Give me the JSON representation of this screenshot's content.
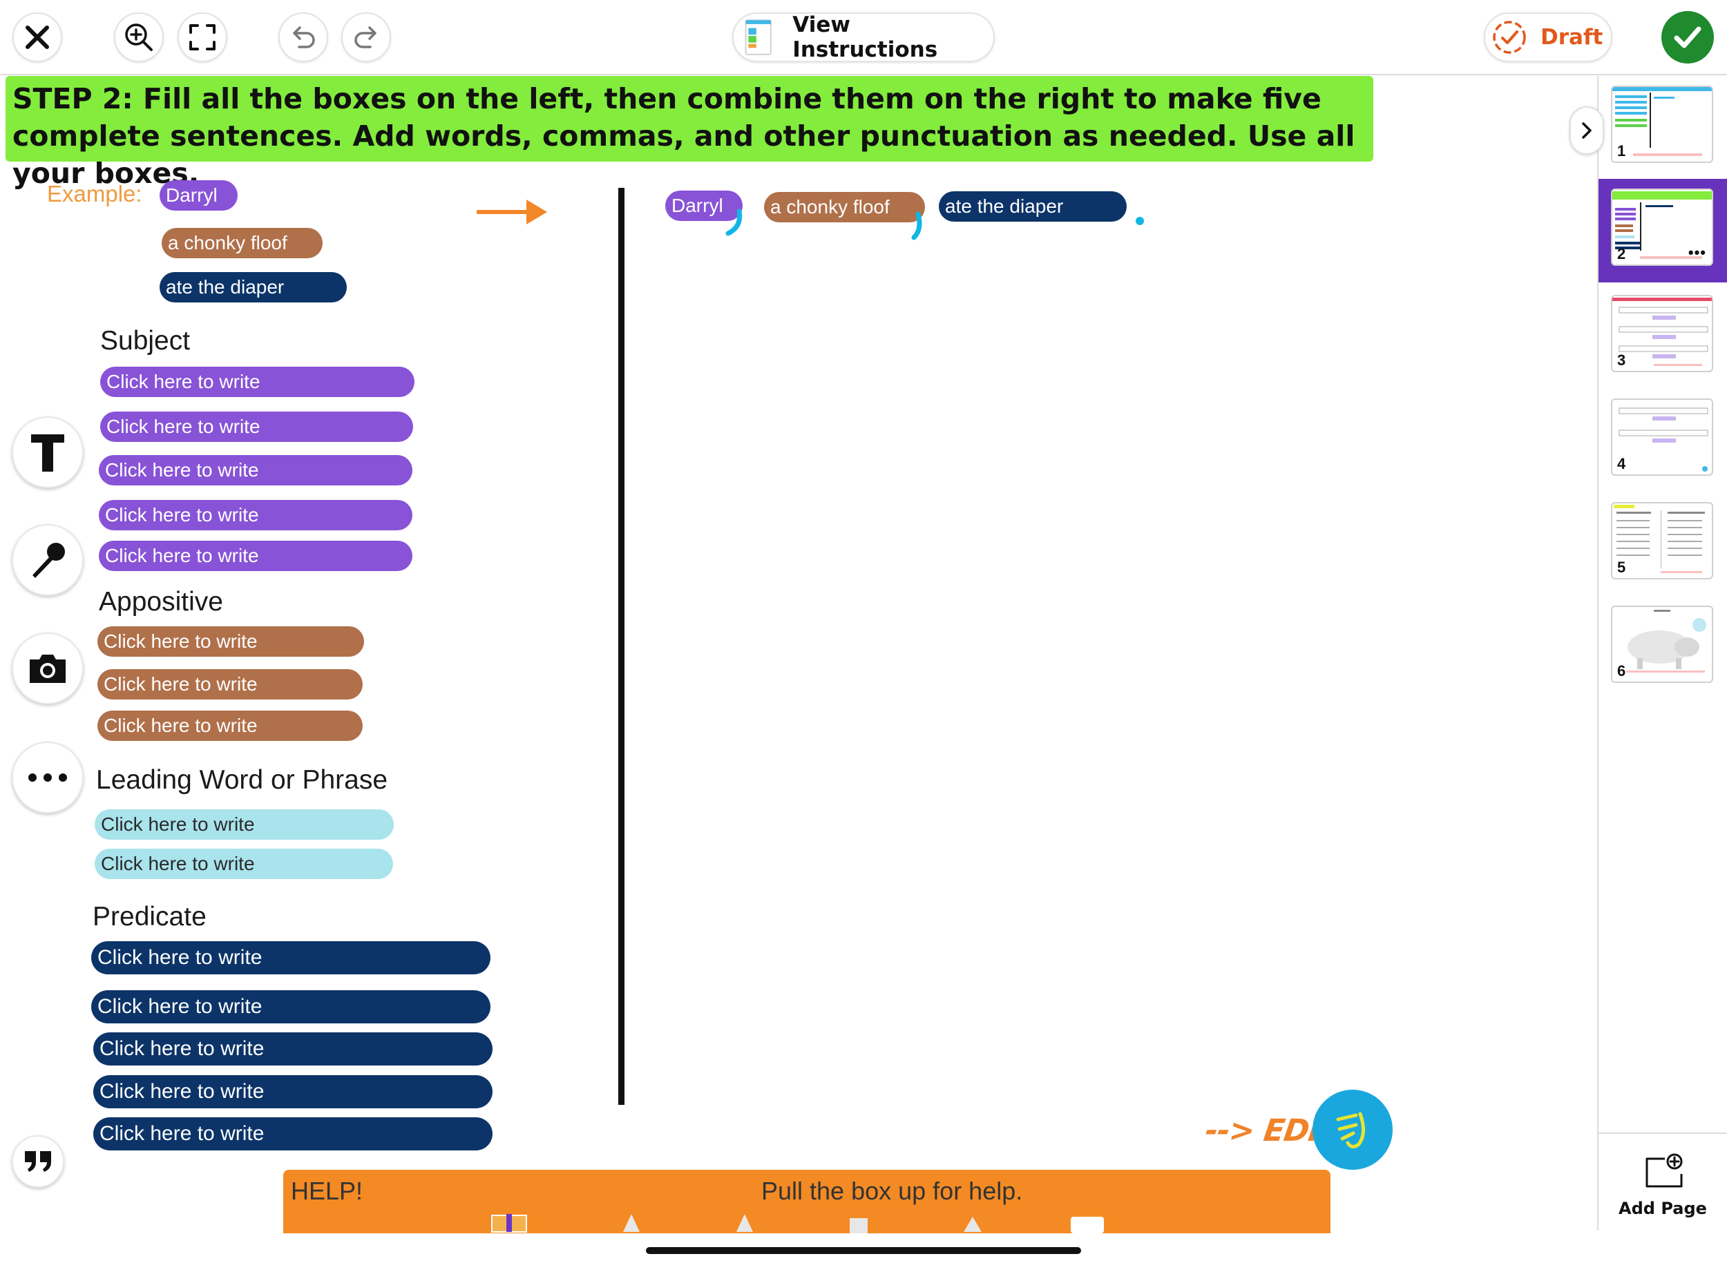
{
  "toolbar": {
    "instructions_label": "View Instructions",
    "draft_label": "Draft"
  },
  "banner": {
    "text": "STEP 2: Fill all the boxes on the left, then combine them on the right to make five complete sentences. Add words, commas, and other punctuation as needed. Use all your boxes."
  },
  "example": {
    "label": "Example:",
    "subject": "Darryl",
    "appositive": "a chonky floof",
    "predicate": "ate the diaper"
  },
  "sections": {
    "subject": {
      "title": "Subject",
      "boxes": [
        "Click here to write",
        "Click here to write",
        "Click here to write",
        "Click here to write",
        "Click here to write"
      ]
    },
    "appositive": {
      "title": "Appositive",
      "boxes": [
        "Click here to write",
        "Click here to write",
        "Click here to write"
      ]
    },
    "leading": {
      "title": "Leading Word or Phrase",
      "boxes": [
        "Click here to write",
        "Click here to write"
      ]
    },
    "predicate": {
      "title": "Predicate",
      "boxes": [
        "Click here to write",
        "Click here to write",
        "Click here to write",
        "Click here to write",
        "Click here to write"
      ]
    }
  },
  "combined": {
    "subject": "Darryl",
    "appositive": "a chonky floof",
    "predicate": "ate the diaper"
  },
  "tools": [
    "text-tool",
    "microphone",
    "camera",
    "more",
    "quote"
  ],
  "edit": {
    "label": "--> EDIT"
  },
  "help": {
    "left": "HELP!",
    "center": "Pull the box up for help."
  },
  "pages": {
    "thumbnails": [
      "1",
      "2",
      "3",
      "4",
      "5",
      "6"
    ],
    "selected": "2",
    "more": "•••",
    "add_page_label": "Add Page"
  },
  "colors": {
    "subject": "#8853d6",
    "appositive": "#b0704a",
    "leading": "#a9e3ec",
    "predicate": "#0c3468",
    "banner": "#83ec3c",
    "help": "#f48a24",
    "accent_orange": "#f09a3e",
    "done_green": "#1f8a2e",
    "edit_blue": "#1aa7de",
    "mark_blue": "#12b6e4",
    "selected_page": "#6732bc"
  }
}
